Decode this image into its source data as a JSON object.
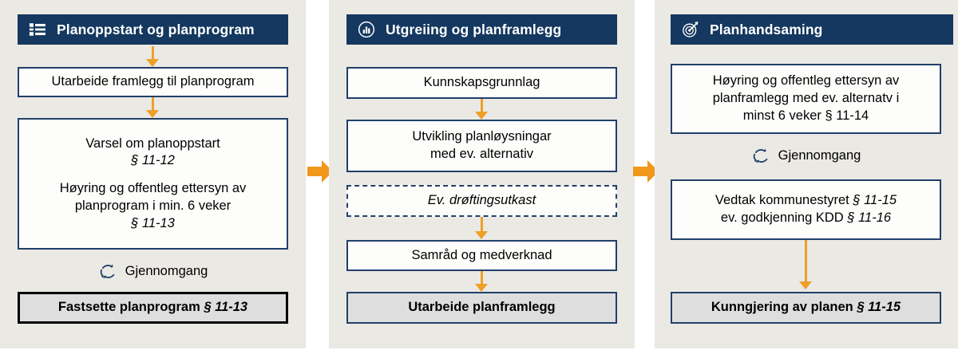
{
  "theme": {
    "panel_bg": "#ebe9e4",
    "header_bg": "#14385f",
    "header_text": "#ffffff",
    "box_border": "#21406a",
    "box_bg": "#fdfdfb",
    "result_bg": "#dedede",
    "arrow_orange": "#eda028",
    "cycle_icon": "#21406a"
  },
  "panels": [
    {
      "id": "planoppstart-og-planprogram",
      "header": {
        "icon": "list-icon",
        "title": "Planoppstart og planprogram"
      },
      "nodes": [
        {
          "key": "utarbeide-framlegg",
          "lines": [
            "Utarbeide framlegg til planprogram"
          ]
        },
        {
          "key": "varsel-og-hoyring",
          "lines": [
            "Varsel om planoppstart",
            "§ 11-12",
            "",
            "Høyring og offentleg ettersyn av",
            "planprogram i min. 6 veker",
            "§ 11-13"
          ]
        },
        {
          "key": "fastsette-planprogram",
          "lines": [
            "Fastsette planprogram ",
            "§ 11-13"
          ]
        }
      ],
      "review": {
        "icon": "cycle-icon",
        "label": "Gjennomgang"
      }
    },
    {
      "id": "utgreiing-og-planframlegg",
      "header": {
        "icon": "bar-chart-circle-icon",
        "title": "Utgreiing og planframlegg"
      },
      "nodes": [
        {
          "key": "kunnskapsgrunnlag",
          "lines": [
            "Kunnskapsgrunnlag"
          ]
        },
        {
          "key": "utvikling-planloysningar",
          "lines": [
            "Utvikling planløysningar",
            "med ev. alternativ"
          ]
        },
        {
          "key": "ev-droftingsutkast",
          "lines": [
            "Ev. drøftingsutkast"
          ]
        },
        {
          "key": "samrad-og-medverknad",
          "lines": [
            "Samråd og medverknad"
          ]
        },
        {
          "key": "utarbeide-planframlegg",
          "lines": [
            "Utarbeide planframlegg"
          ]
        }
      ]
    },
    {
      "id": "planhandsaming",
      "header": {
        "icon": "target-arrow-icon",
        "title": "Planhandsaming"
      },
      "nodes": [
        {
          "key": "hoyring-planframlegg",
          "lines": [
            "Høyring og offentleg ettersyn av",
            "planframlegg med ev. alternatv i",
            "minst 6 veker § 11-14"
          ]
        },
        {
          "key": "vedtak-kommunestyret",
          "lines": [
            "Vedtak kommunestyret § 11-15",
            "ev. godkjenning KDD § 11-16"
          ]
        },
        {
          "key": "kunngjering-av-planen",
          "lines": [
            "Kunngjering av planen ",
            "§ 11-15"
          ]
        }
      ],
      "review": {
        "icon": "cycle-icon",
        "label": "Gjennomgang"
      }
    }
  ],
  "text": {
    "p1_n1": "Utarbeide framlegg til planprogram",
    "p1_n2_l1": "Varsel om planoppstart",
    "p1_n2_l2": "§ 11-12",
    "p1_n2_l3": "Høyring og offentleg ettersyn av",
    "p1_n2_l4": "planprogram i min. 6 veker",
    "p1_n2_l5": "§ 11-13",
    "p1_gj": "Gjennomgang",
    "p1_n3_a": "Fastsette planprogram",
    "p1_n3_b": "§ 11-13",
    "p2_n1": "Kunnskapsgrunnlag",
    "p2_n2_l1": "Utvikling planløysningar",
    "p2_n2_l2": "med ev. alternativ",
    "p2_n3": "Ev. drøftingsutkast",
    "p2_n4": "Samråd og medverknad",
    "p2_n5": "Utarbeide planframlegg",
    "p3_n1_l1": "Høyring og offentleg ettersyn av",
    "p3_n1_l2": "planframlegg med ev. alternatv i",
    "p3_n1_l3": "minst 6 veker § 11-14",
    "p3_gj": "Gjennomgang",
    "p3_n2_l1a": "Vedtak kommunestyret",
    "p3_n2_l1b": "§ 11-15",
    "p3_n2_l2a": "ev. godkjenning KDD",
    "p3_n2_l2b": "§ 11-16",
    "p3_n3_a": "Kunngjering av planen",
    "p3_n3_b": "§ 11-15",
    "h1": "Planoppstart og planprogram",
    "h2": "Utgreiing og planframlegg",
    "h3": "Planhandsaming"
  }
}
